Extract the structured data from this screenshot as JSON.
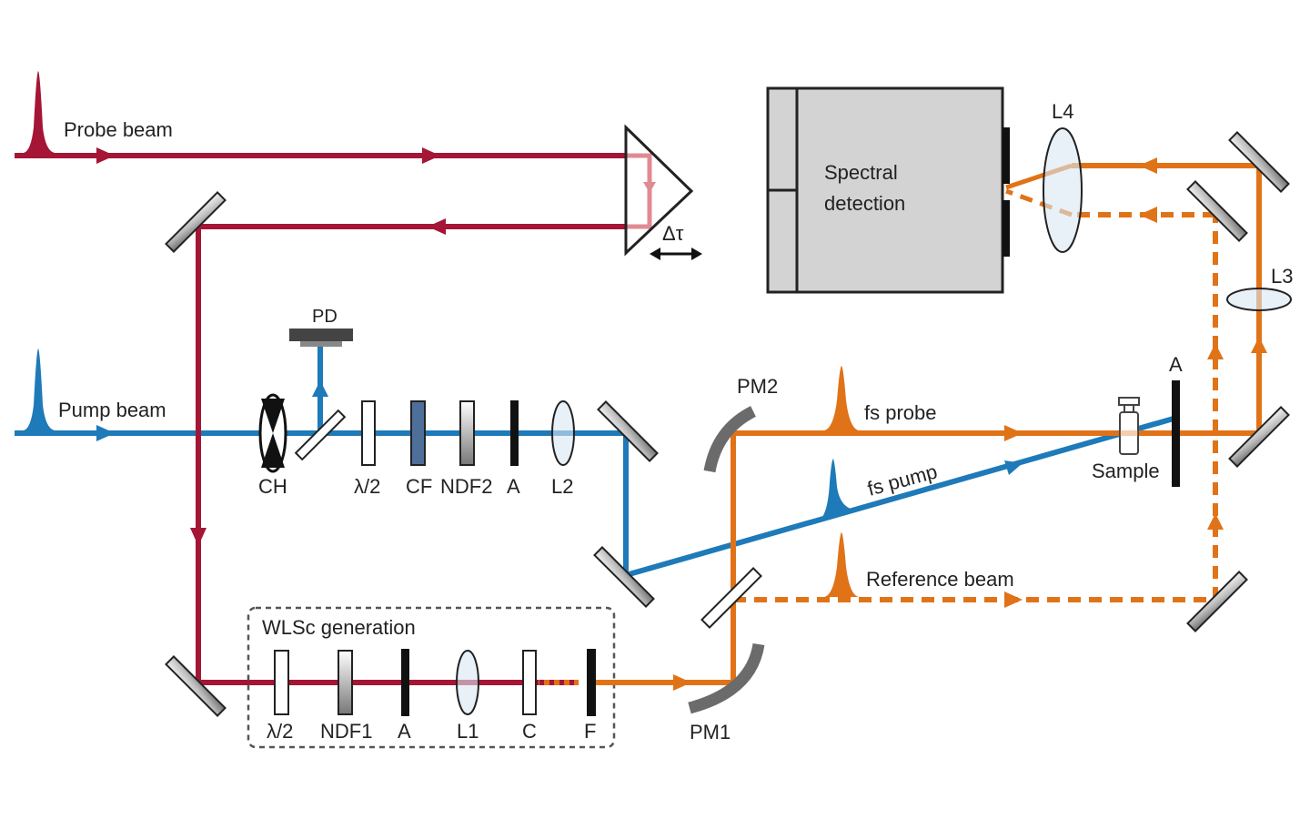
{
  "colors": {
    "probe": "#a51535",
    "pump": "#1e7ab8",
    "white_light": "#e07318",
    "probe_light": "#e08a93",
    "mirror_gray": "#9a9a9a",
    "parabolic_mirror": "#6b6b6b",
    "detector_fill": "#d3d3d3",
    "dashed_box": "#555555"
  },
  "beams": {
    "probe_beam": "Probe beam",
    "pump_beam": "Pump beam",
    "fs_probe": "fs probe",
    "fs_pump": "fs pump",
    "reference_beam": "Reference beam"
  },
  "delay": {
    "label": "Δτ"
  },
  "detector": {
    "line1": "Spectral",
    "line2": "detection"
  },
  "wlsc_box": {
    "title": "WLSc generation"
  },
  "components": {
    "pd": "PD",
    "ch": "CH",
    "half_wave_pump": "λ/2",
    "cf": "CF",
    "ndf2": "NDF2",
    "aperture_pump": "A",
    "l2": "L2",
    "half_wave_probe": "λ/2",
    "ndf1": "NDF1",
    "aperture_probe": "A",
    "l1": "L1",
    "crystal": "C",
    "filter": "F",
    "pm1": "PM1",
    "pm2": "PM2",
    "sample": "Sample",
    "aperture_sample": "A",
    "l3": "L3",
    "l4": "L4"
  }
}
